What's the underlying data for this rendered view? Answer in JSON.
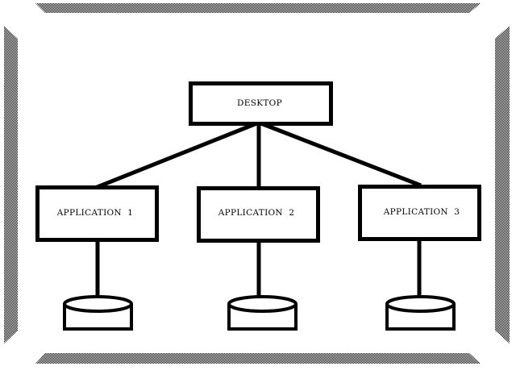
{
  "diagram": {
    "root": {
      "label": "DESKTOP"
    },
    "applications": [
      {
        "label": "APPLICATION  1"
      },
      {
        "label": "APPLICATION  2"
      },
      {
        "label": "APPLICATION  3"
      }
    ],
    "databases": 3
  },
  "colors": {
    "ink": "#000000",
    "background": "#ffffff",
    "border_pattern_light": "#ffffff",
    "border_pattern_dark": "#000000"
  }
}
